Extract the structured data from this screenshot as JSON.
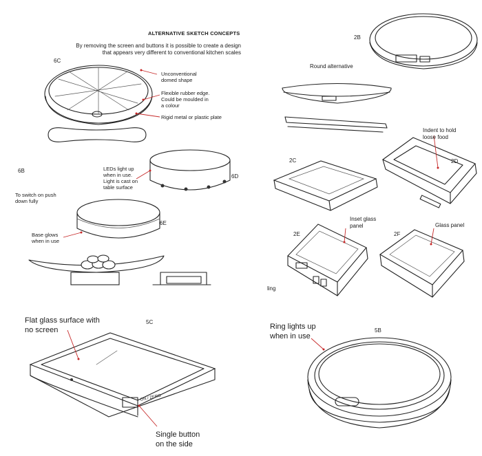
{
  "header": {
    "title": "ALTERNATIVE SKETCH CONCEPTS",
    "intro": "By removing the screen and buttons it is possible to create a design\nthat appears very different to conventional kitchen scales"
  },
  "codes": {
    "c6c": "6C",
    "c6b": "6B",
    "c6d": "6D",
    "c6e": "6E",
    "c5c": "5C",
    "c5b": "5B",
    "c2b": "2B",
    "c2c": "2C",
    "c2d": "2D",
    "c2e": "2E",
    "c2f": "2F"
  },
  "notes": {
    "domed": "Unconventional\ndomed shape",
    "rubber": "Flexible rubber edge.\nCould be moulded in\na colour",
    "plate": "Rigid metal or plastic plate",
    "leds": "LEDs light up\nwhen in use.\nLight is cast on\ntable surface",
    "switch": "To switch on push\ndown fully",
    "glows": "Base glows\nwhen in use",
    "round_alt": "Round alternative",
    "indent": "Indent to hold\nloose food",
    "inset": "Inset glass\npanel",
    "glass_panel": "Glass panel",
    "ling": "ling",
    "flat_glass": "Flat glass surface with\nno screen",
    "single_button": "Single button\non the side",
    "ring": "Ring lights up\nwhen in use"
  },
  "device_text": {
    "on_zero": "ON / ZERO"
  },
  "colors": {
    "leader": "#c62828",
    "ink": "#222222"
  }
}
